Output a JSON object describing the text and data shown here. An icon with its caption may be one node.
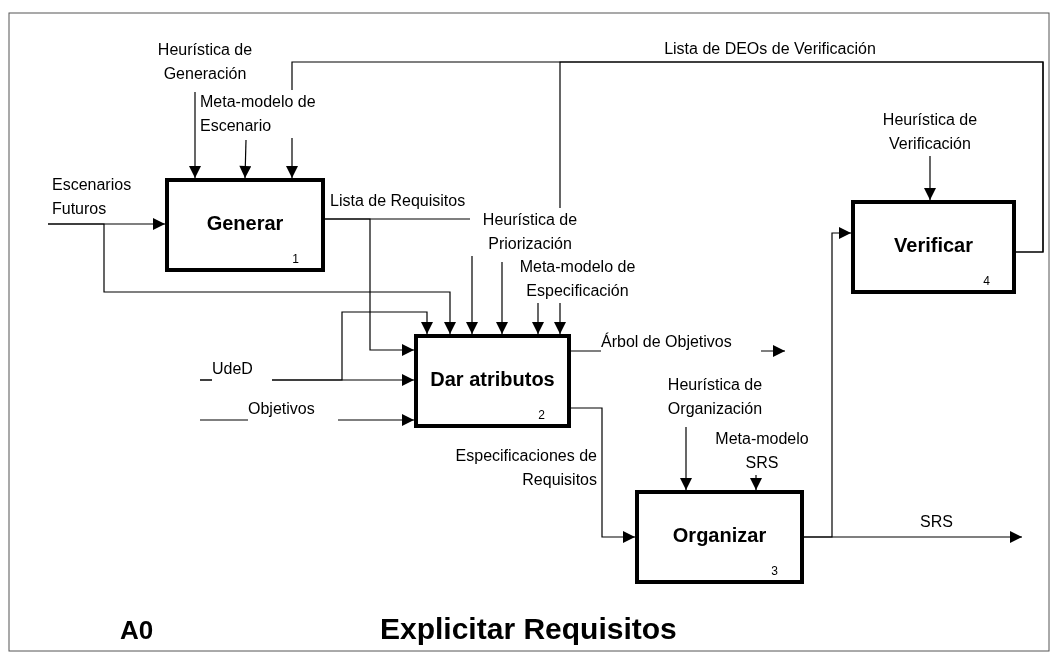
{
  "diagram": {
    "title": "Explicitar Requisitos",
    "nodes": [
      {
        "text": [
          "Generar",
          "1"
        ]
      },
      {
        "text": [
          "Dar atributos",
          "2"
        ]
      },
      {
        "text": [
          "Organizar",
          "3"
        ]
      },
      {
        "text": [
          "Verificar",
          "4"
        ]
      }
    ],
    "edges": [
      {
        "from": null,
        "to": 0,
        "arrow": "to",
        "label": "Heurística de Generación"
      },
      {
        "from": null,
        "to": 0,
        "arrow": "to",
        "label": "Meta-modelo de Escenario"
      },
      {
        "from": 3,
        "to": 0,
        "arrow": "to",
        "label": "Lista de DEOs de Verificación"
      },
      {
        "from": 3,
        "to": 1,
        "arrow": "to"
      },
      {
        "from": null,
        "to": 0,
        "arrow": "to",
        "label": "Escenarios Futuros"
      },
      {
        "from": null,
        "to": 1,
        "arrow": "to"
      },
      {
        "from": 0,
        "to": 1,
        "arrow": "to",
        "label": "Lista de Requisitos"
      },
      {
        "from": 0,
        "to": 1,
        "arrow": "to"
      },
      {
        "from": null,
        "to": 1,
        "arrow": "to",
        "label": "Heurística de Priorización"
      },
      {
        "from": null,
        "to": 1,
        "arrow": "to",
        "label": "Meta-modelo de Especificación"
      },
      {
        "from": null,
        "to": 1,
        "arrow": "to",
        "label": "UdeD"
      },
      {
        "from": null,
        "to": 1,
        "arrow": "to"
      },
      {
        "from": null,
        "to": 1,
        "arrow": "to",
        "label": "Objetivos"
      },
      {
        "from": 1,
        "to": null,
        "arrow": "to",
        "label": "Árbol de Objetivos"
      },
      {
        "from": 1,
        "to": 2,
        "arrow": "to",
        "label": "Especificaciones de Requisitos"
      },
      {
        "from": null,
        "to": 2,
        "arrow": "to",
        "label": "Heurística de Organización"
      },
      {
        "from": null,
        "to": 2,
        "arrow": "to",
        "label": "Meta-modelo SRS"
      },
      {
        "from": 2,
        "to": null,
        "arrow": "to",
        "label": "SRS"
      },
      {
        "from": 2,
        "to": 3,
        "arrow": "to"
      },
      {
        "from": null,
        "to": 3,
        "arrow": "to",
        "label": "Heurística de Verificación"
      }
    ],
    "labels": [
      "A0"
    ]
  }
}
